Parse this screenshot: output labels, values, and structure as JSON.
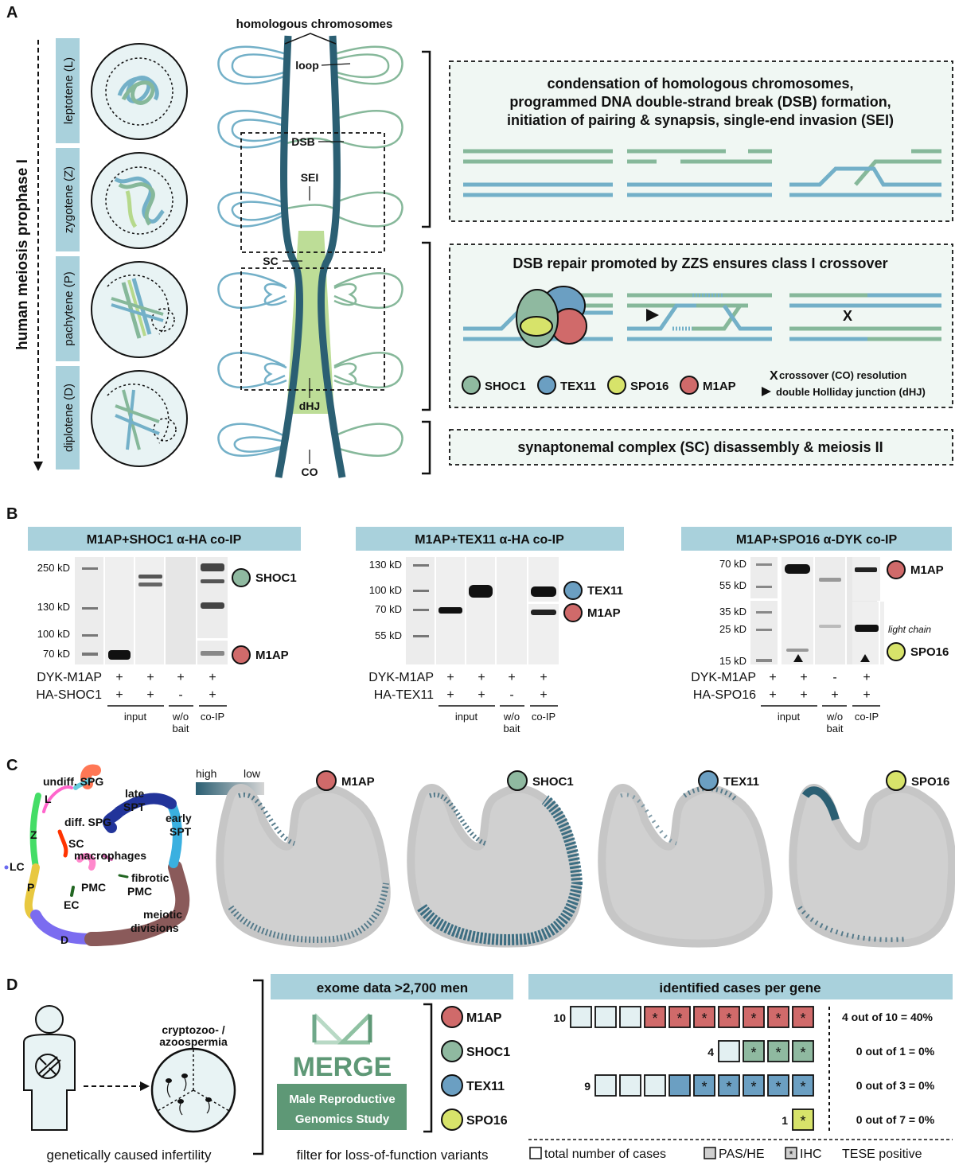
{
  "panel_letters": [
    "A",
    "B",
    "C",
    "D"
  ],
  "colors": {
    "shoc1": "#8fb9a0",
    "tex11": "#6b9fc2",
    "spo16": "#d7e36a",
    "m1ap": "#d06a6a",
    "chrom_blue": "#73b0c8",
    "chrom_green": "#86b89a",
    "axis": "#2b5f73",
    "header_bg": "#a9d1dc",
    "box_bg": "#f0f7f3",
    "sc_fill": "#b6d98c",
    "merge": "#5e9876"
  },
  "panel_a": {
    "axis_label": "human meiosis prophase I",
    "stages": [
      "leptotene (L)",
      "zygotene (Z)",
      "pachytene (P)",
      "diplotene (D)"
    ],
    "top_label": "homologous chromosomes",
    "labels": {
      "loop": "loop",
      "dsb": "DSB",
      "sei": "SEI",
      "sc": "SC",
      "dhj": "dHJ",
      "co": "CO"
    },
    "box1_lines": [
      "condensation of homologous chromosomes,",
      "programmed DNA double-strand break (DSB) formation,",
      "initiation of pairing & synapsis, single-end invasion (SEI)"
    ],
    "box2_title": "DSB repair promoted by ZZS ensures class I crossover",
    "box2_x_mark": "X",
    "legend_proteins": [
      "SHOC1",
      "TEX11",
      "SPO16",
      "M1AP"
    ],
    "legend_co": "crossover (CO) resolution",
    "legend_co_symbol": "X",
    "legend_dhj": "double Holliday junction (dHJ)",
    "box3_text": "synaptonemal complex (SC) disassembly & meiosis II"
  },
  "panel_b": {
    "blots": [
      {
        "title": "M1AP+SHOC1 α-HA co-IP",
        "kd": [
          "250 kD",
          "130 kD",
          "100 kD",
          "70 kD"
        ],
        "proteins": [
          "SHOC1",
          "M1AP"
        ],
        "row1_label": "DYK-M1AP",
        "row1": [
          "+",
          "+",
          "+",
          "+"
        ],
        "row2_label": "HA-SHOC1",
        "row2": [
          "+",
          "+",
          "-",
          "+"
        ],
        "groups": [
          "input",
          "w/o\nbait",
          "co-IP"
        ]
      },
      {
        "title": "M1AP+TEX11 α-HA co-IP",
        "kd": [
          "130 kD",
          "100 kD",
          "70 kD",
          "55 kD"
        ],
        "proteins": [
          "TEX11",
          "M1AP"
        ],
        "row1_label": "DYK-M1AP",
        "row1": [
          "+",
          "+",
          "+",
          "+"
        ],
        "row2_label": "HA-TEX11",
        "row2": [
          "+",
          "+",
          "-",
          "+"
        ],
        "groups": [
          "input",
          "w/o\nbait",
          "co-IP"
        ]
      },
      {
        "title": "M1AP+SPO16 α-DYK co-IP",
        "kd": [
          "70 kD",
          "55 kD",
          "35 kD",
          "25 kD",
          "15 kD"
        ],
        "proteins": [
          "M1AP",
          "SPO16"
        ],
        "light_chain": "light chain",
        "row1_label": "DYK-M1AP",
        "row1": [
          "+",
          "+",
          "-",
          "+"
        ],
        "row2_label": "HA-SPO16",
        "row2": [
          "+",
          "+",
          "+",
          "+"
        ],
        "groups": [
          "input",
          "w/o\nbait",
          "co-IP"
        ]
      }
    ]
  },
  "panel_c": {
    "cluster_labels": [
      "undiff. SPG",
      "late\nSPT",
      "early\nSPT",
      "L",
      "diff. SPG",
      "Z",
      "SC",
      "macrophages",
      "LC",
      "P",
      "PMC",
      "fibrotic\nPMC",
      "EC",
      "meiotic\ndivisions",
      "D"
    ],
    "scale_high": "high",
    "scale_low": "low",
    "genes": [
      "M1AP",
      "SHOC1",
      "TEX11",
      "SPO16"
    ]
  },
  "panel_d": {
    "infertility_label": "cryptozoo- /\nazoospermia",
    "bottom_left": "genetically caused infertility",
    "exome_title": "exome data >2,700 men",
    "merge_logo": "MERGE",
    "merge_sub": [
      "Male Reproductive",
      "Genomics Study"
    ],
    "filter_text": "filter for loss-of-function variants",
    "cases_title": "identified cases per gene",
    "genes": [
      {
        "name": "M1AP",
        "total": "10",
        "pas": 0,
        "ihc": 7,
        "result": "4 out of 10 = 40%"
      },
      {
        "name": "SHOC1",
        "total": "4",
        "pas": 0,
        "ihc": 3,
        "result": "0 out of 1 = 0%"
      },
      {
        "name": "TEX11",
        "total": "9",
        "pas": 1,
        "ihc": 5,
        "result": "0 out of 3 = 0%"
      },
      {
        "name": "SPO16",
        "total": "1",
        "pas": 0,
        "ihc": 1,
        "result": "0 out of 7 = 0%"
      }
    ],
    "legend": {
      "total": "total number of cases",
      "pas": "PAS/HE",
      "ihc": "IHC",
      "ihc_mark": "*",
      "tese": "TESE positive"
    }
  }
}
